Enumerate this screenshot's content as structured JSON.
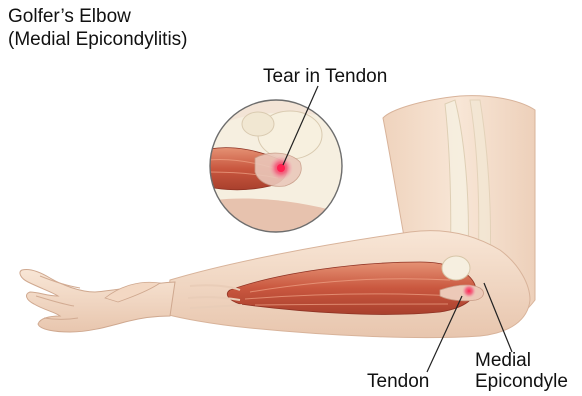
{
  "title": "Golfer’s Elbow",
  "subtitle": "(Medial Epicondylitis)",
  "labels": {
    "tear_in_tendon": "Tear in Tendon",
    "medial": "Medial",
    "epicondyle": "Epicondyle",
    "tendon": "Tendon"
  },
  "colors": {
    "skin": "#f4dcc8",
    "skin_shadow": "#e3bfa6",
    "muscle": "#c8553d",
    "muscle_light": "#e08a6c",
    "bone": "#f1ead6",
    "tear": "#e8204a",
    "leader": "#222222"
  }
}
